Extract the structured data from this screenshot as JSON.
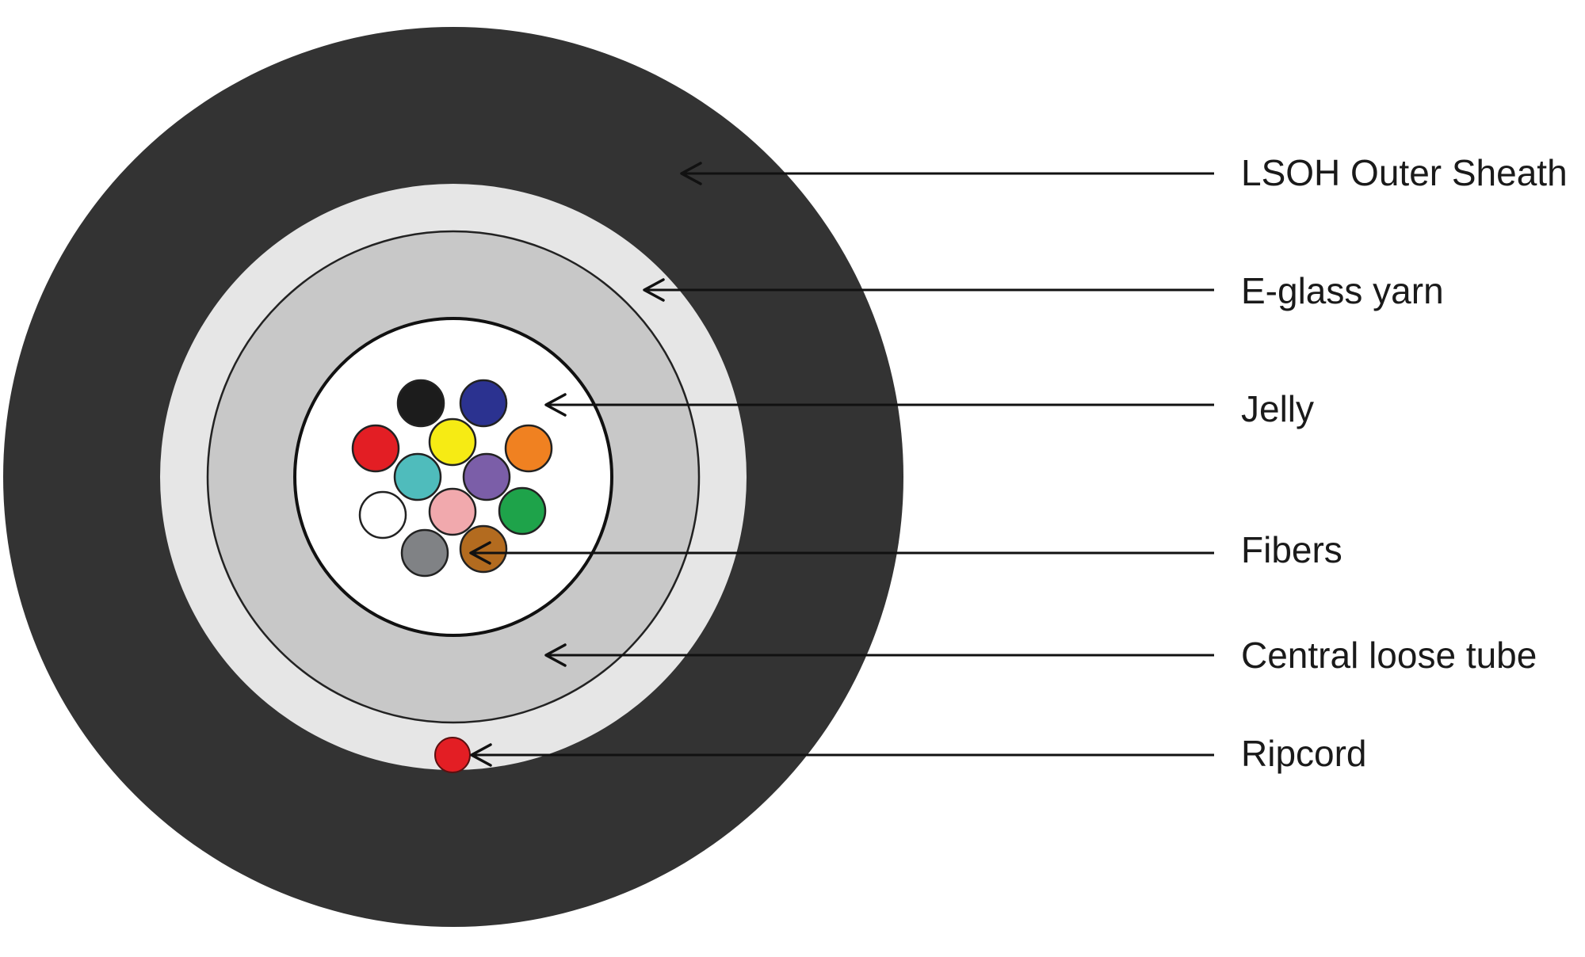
{
  "diagram": {
    "labels": [
      "LSOH Outer Sheath",
      "E-glass yarn",
      "Jelly",
      "Fibers",
      "Central loose tube",
      "Ripcord"
    ]
  },
  "colors": {
    "outer_sheath": "#333333",
    "e_glass_yarn": "#e6e6e6",
    "central_loose_tube": "#c8c8c8",
    "jelly": "#ffffff",
    "ripcord": "#e31e24"
  },
  "fibers": [
    {
      "name": "black-fiber",
      "color": "#1c1c1c"
    },
    {
      "name": "blue-fiber",
      "color": "#2b3290"
    },
    {
      "name": "red-fiber",
      "color": "#e31e24"
    },
    {
      "name": "yellow-fiber",
      "color": "#f6eb14"
    },
    {
      "name": "orange-fiber",
      "color": "#f08121"
    },
    {
      "name": "aqua-fiber",
      "color": "#4fbcbc"
    },
    {
      "name": "violet-fiber",
      "color": "#7b5ea8"
    },
    {
      "name": "white-fiber",
      "color": "#ffffff"
    },
    {
      "name": "rose-fiber",
      "color": "#f1a9ad"
    },
    {
      "name": "green-fiber",
      "color": "#1ea34a"
    },
    {
      "name": "slate-fiber",
      "color": "#808285"
    },
    {
      "name": "brown-fiber",
      "color": "#b36b1f"
    }
  ]
}
